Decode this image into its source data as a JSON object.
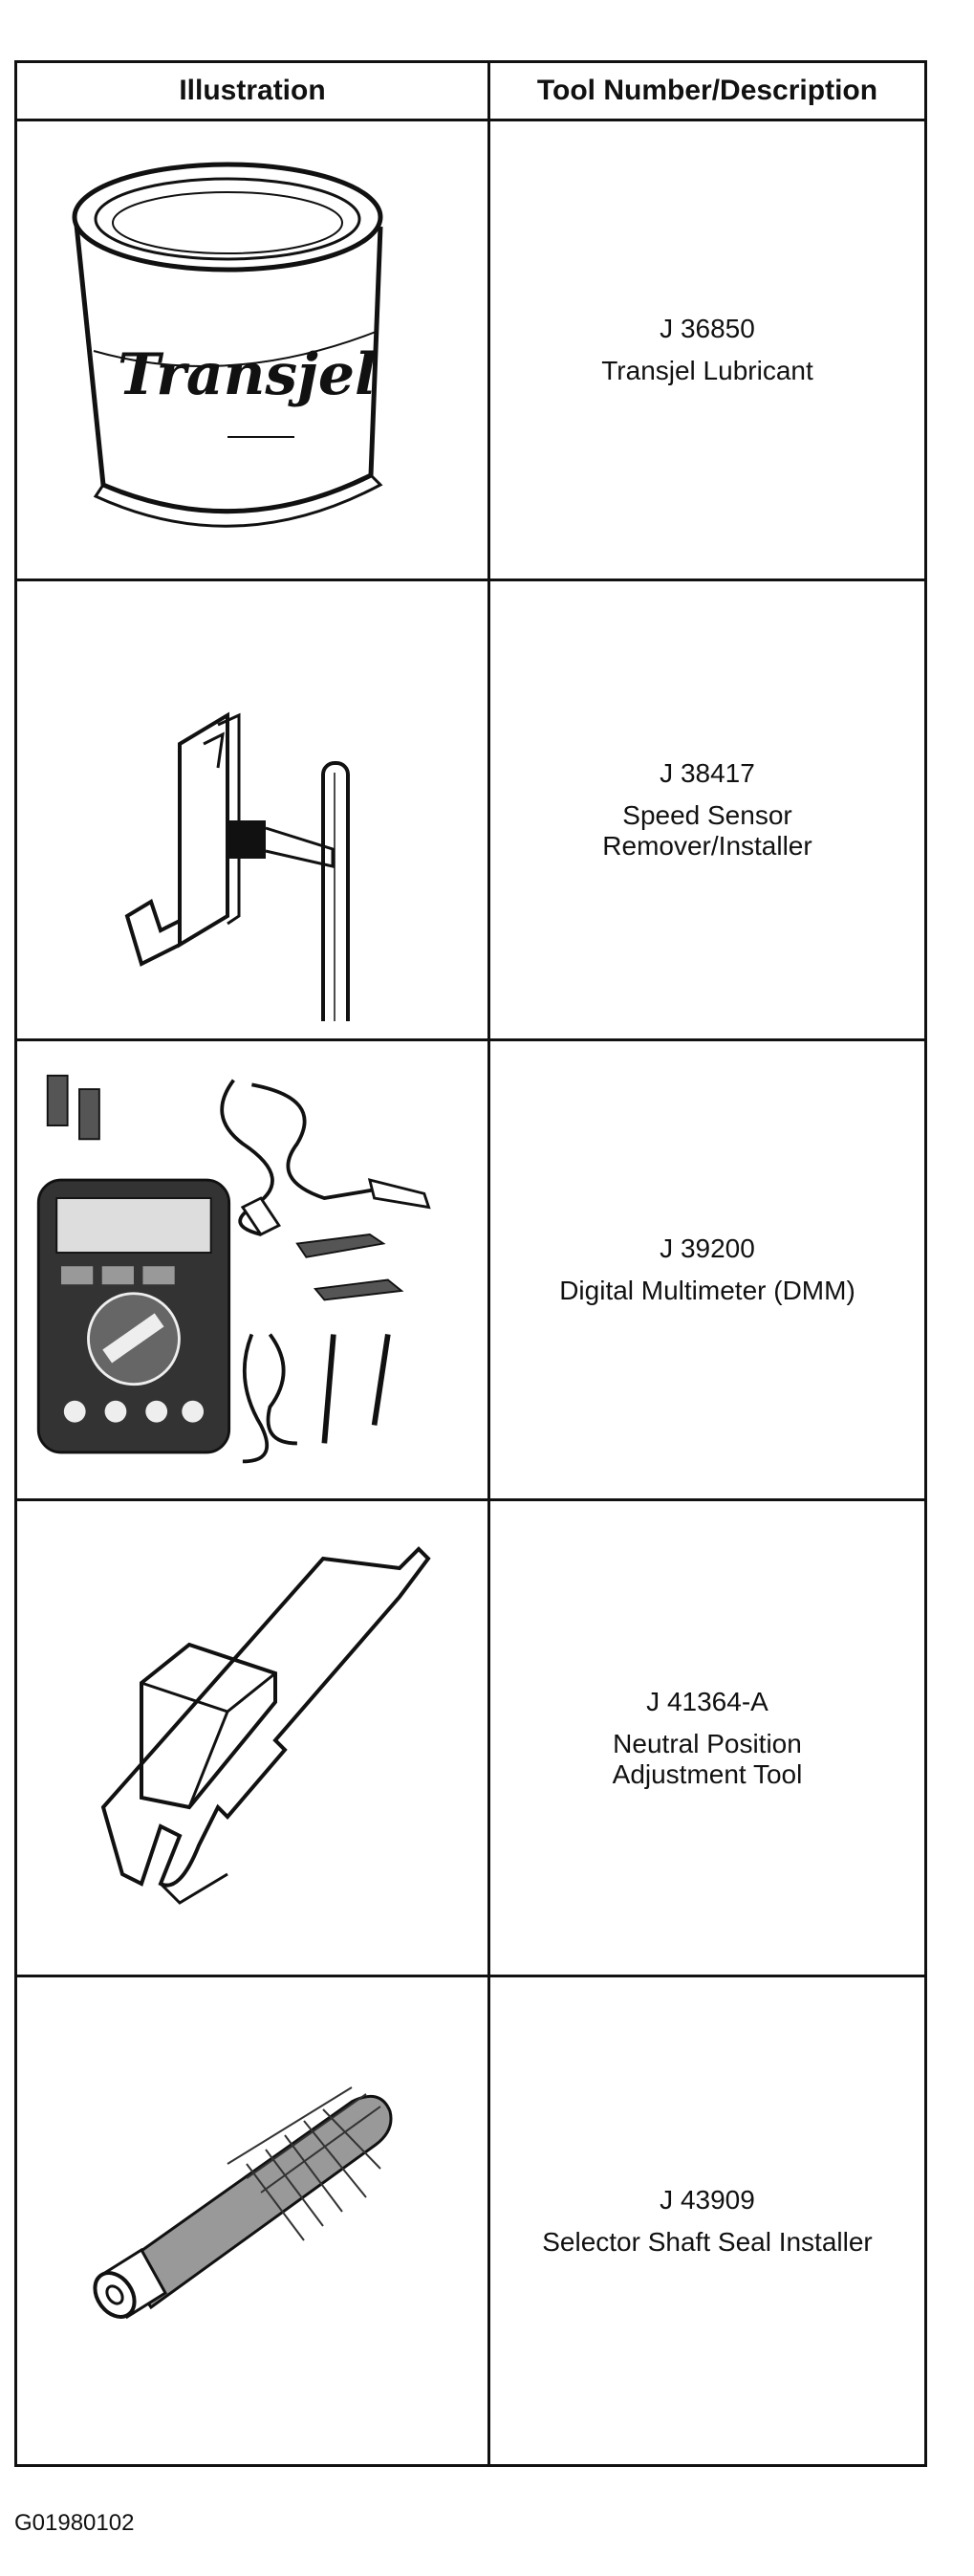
{
  "table": {
    "headers": [
      "Illustration",
      "Tool Number/Description"
    ],
    "rows": [
      {
        "number": "J 36850",
        "desc1": "Transjel Lubricant",
        "desc2": "",
        "label": "Transjel",
        "icon": "transjel-container-icon"
      },
      {
        "number": "J 38417",
        "desc1": "Speed Sensor",
        "desc2": "Remover/Installer",
        "icon": "speed-sensor-tool-icon"
      },
      {
        "number": "J 39200",
        "desc1": "Digital Multimeter (DMM)",
        "desc2": "",
        "icon": "multimeter-icon"
      },
      {
        "number": "J 41364-A",
        "desc1": "Neutral Position",
        "desc2": "Adjustment Tool",
        "icon": "neutral-position-tool-icon"
      },
      {
        "number": "J 43909",
        "desc1": "Selector Shaft Seal Installer",
        "desc2": "",
        "icon": "seal-installer-icon"
      }
    ]
  },
  "footer": {
    "code": "G01980102"
  }
}
